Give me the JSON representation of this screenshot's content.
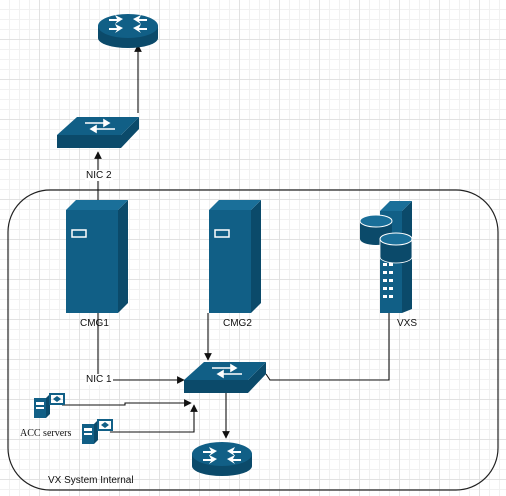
{
  "colors": {
    "device": "#115f86",
    "device_dark": "#0b4a6a",
    "line": "#111111",
    "border": "#222222",
    "grid": "#e2e2e2"
  },
  "icons": {
    "router": "router-icon",
    "switch": "switch-icon",
    "server_tower": "server-tower-icon",
    "storage_server": "storage-server-icon",
    "acc_server": "acc-server-icon"
  },
  "labels": {
    "nic2": "NIC 2",
    "nic1": "NIC 1",
    "cmg1": "CMG1",
    "cmg2": "CMG2",
    "vxs": "VXS",
    "acc_servers": "ACC servers",
    "group": "VX System Internal"
  }
}
